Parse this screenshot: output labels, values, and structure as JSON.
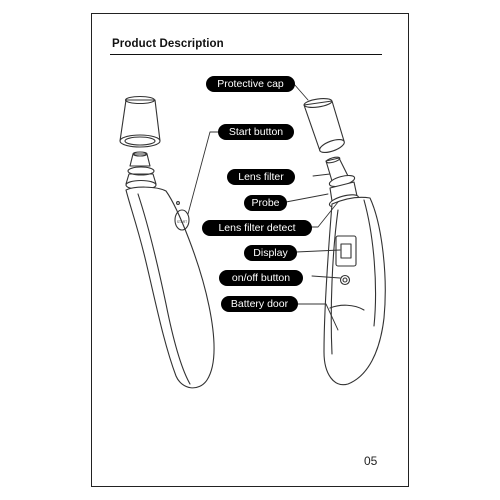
{
  "page": {
    "title": "Product Description",
    "number": "05"
  },
  "callouts": {
    "protective_cap": "Protective cap",
    "start_button": "Start button",
    "lens_filter": "Lens filter",
    "probe": "Probe",
    "lens_filter_detect": "Lens filter detect",
    "display": "Display",
    "on_off_button": "on/off button",
    "battery_door": "Battery door"
  },
  "device": {
    "start_button_text": "START"
  },
  "colors": {
    "line": "#333333",
    "callout_bg": "#000000",
    "callout_text": "#ffffff"
  }
}
